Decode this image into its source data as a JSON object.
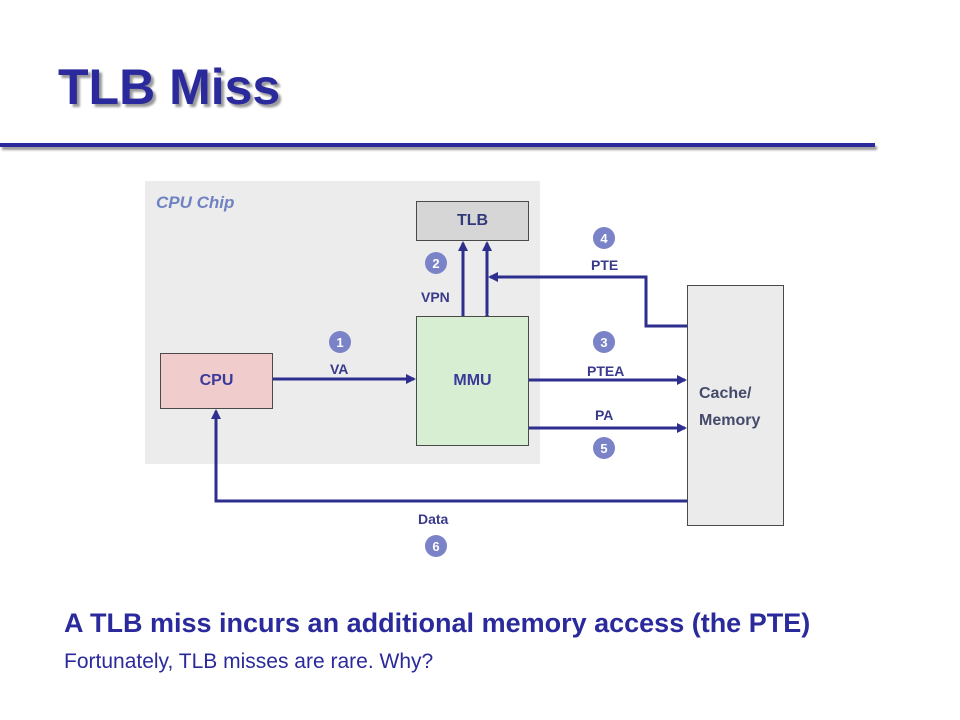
{
  "slide": {
    "title": "TLB Miss",
    "chip_label": "CPU Chip",
    "caption_main": "A TLB miss incurs an additional memory access (the PTE)",
    "caption_sub": "Fortunately, TLB misses are rare. Why?"
  },
  "boxes": {
    "tlb": "TLB",
    "mmu": "MMU",
    "cpu": "CPU",
    "memory_line1": "Cache/",
    "memory_line2": "Memory"
  },
  "signals": {
    "va": "VA",
    "vpn": "VPN",
    "pte": "PTE",
    "ptea": "PTEA",
    "pa": "PA",
    "data": "Data"
  },
  "steps": {
    "s1": "1",
    "s2": "2",
    "s3": "3",
    "s4": "4",
    "s5": "5",
    "s6": "6"
  },
  "colors": {
    "title": "#2a2a9c",
    "wire": "#2e2e8e",
    "chip_bg": "#ececec",
    "tlb_fill": "#d6d6d6",
    "mmu_fill": "#d7eed3",
    "cpu_fill": "#f1cccc",
    "memory_fill": "#ebebeb",
    "step_badge": "#7a82c8"
  }
}
